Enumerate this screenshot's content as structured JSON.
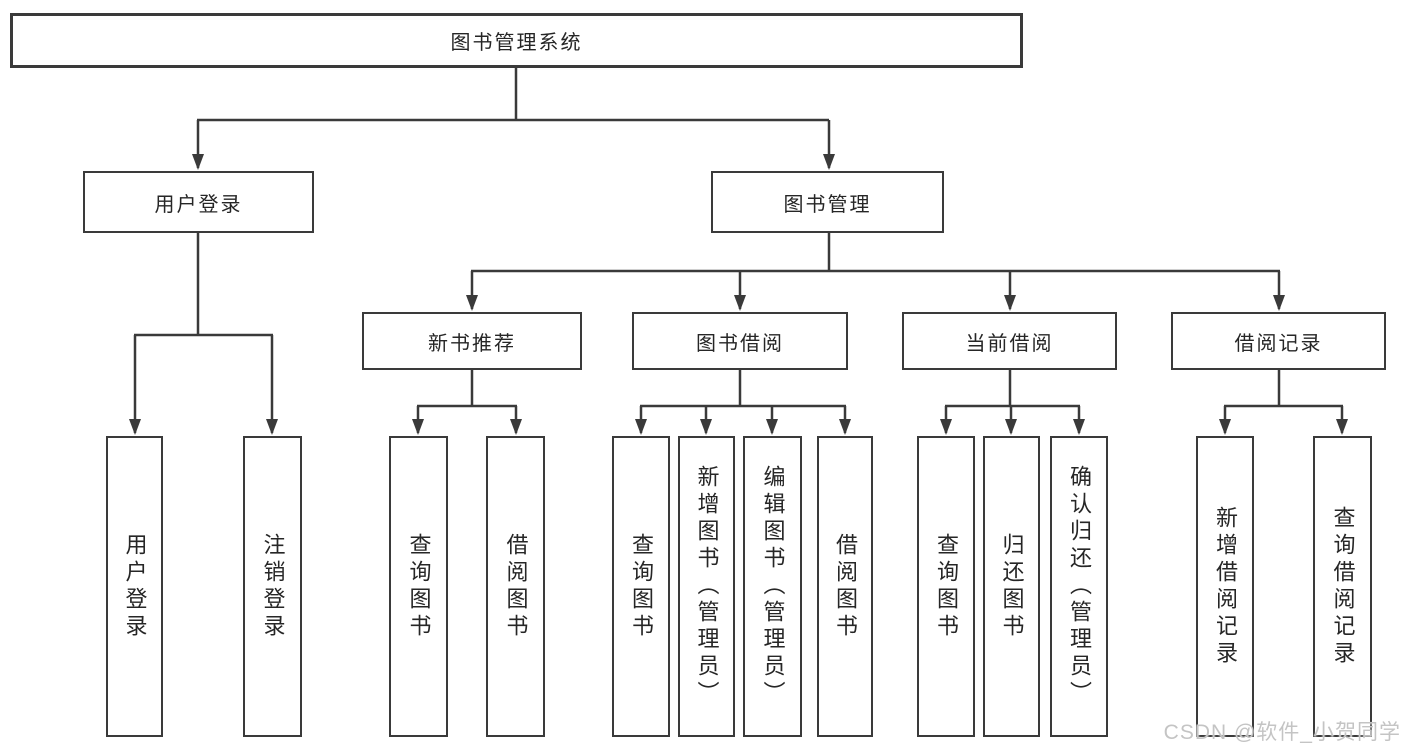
{
  "tree": {
    "label": "图书管理系统",
    "children": [
      {
        "label": "用户登录",
        "children": [
          {
            "label": "用户登录"
          },
          {
            "label": "注销登录"
          }
        ]
      },
      {
        "label": "图书管理",
        "children": [
          {
            "label": "新书推荐",
            "children": [
              {
                "label": "查询图书"
              },
              {
                "label": "借阅图书"
              }
            ]
          },
          {
            "label": "图书借阅",
            "children": [
              {
                "label": "查询图书"
              },
              {
                "label": "新增图书（管理员）"
              },
              {
                "label": "编辑图书（管理员）"
              },
              {
                "label": "借阅图书"
              }
            ]
          },
          {
            "label": "当前借阅",
            "children": [
              {
                "label": "查询图书"
              },
              {
                "label": "归还图书"
              },
              {
                "label": "确认归还（管理员）"
              }
            ]
          },
          {
            "label": "借阅记录",
            "children": [
              {
                "label": "新增借阅记录"
              },
              {
                "label": "查询借阅记录"
              }
            ]
          }
        ]
      }
    ]
  },
  "watermark": {
    "text": "CSDN @软件_小贺同学"
  },
  "colors": {
    "line": "#3a3a3a",
    "box_border": "#3a3a3a",
    "text": "#262626",
    "watermark": "#c4c4c4",
    "background": "#ffffff"
  }
}
